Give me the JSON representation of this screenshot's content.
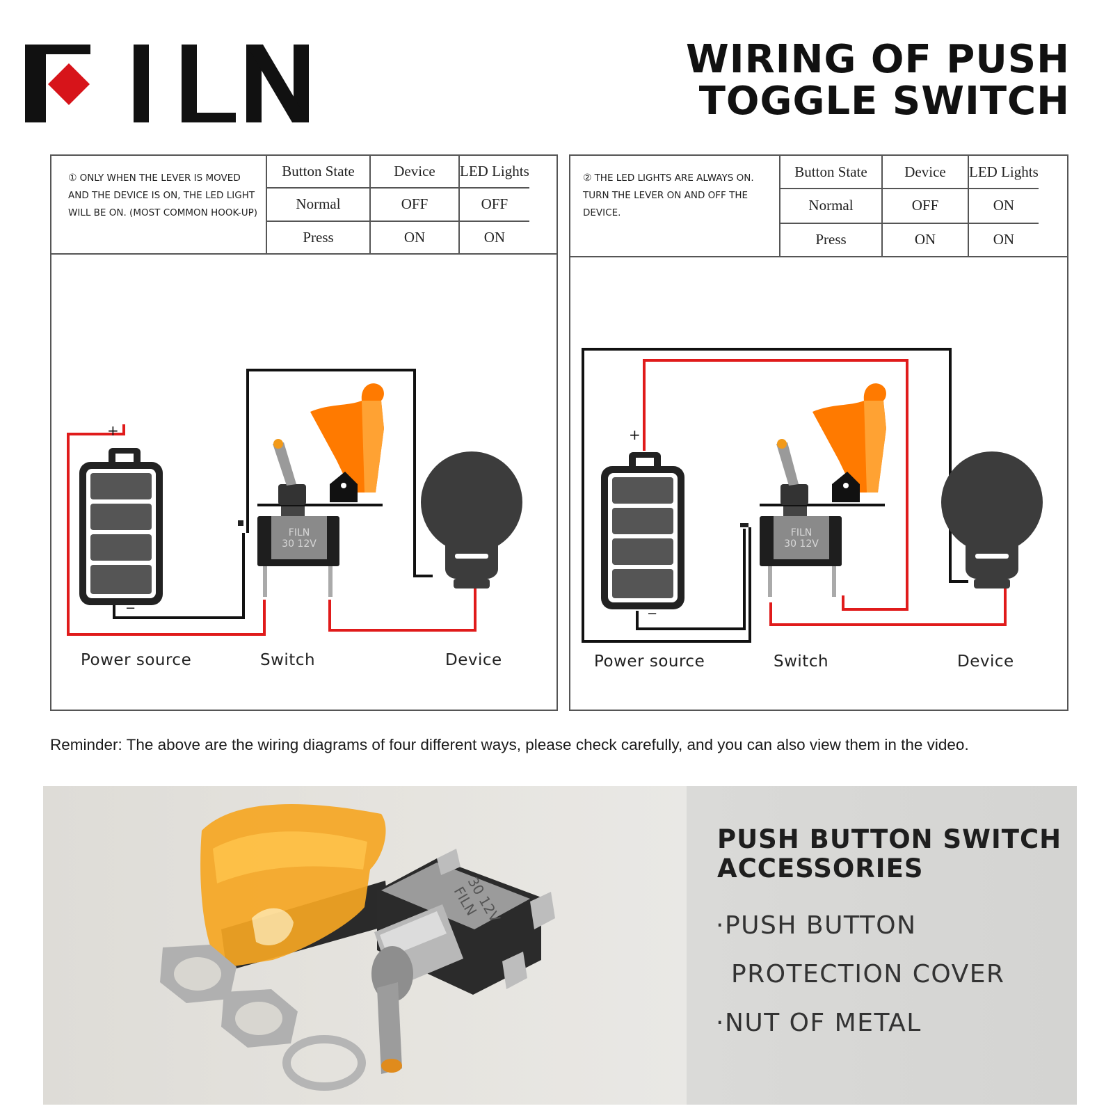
{
  "brand": {
    "logo_text": "FILN",
    "accent": "#d7141a"
  },
  "title": {
    "line1": "WIRING OF PUSH",
    "line2": "TOGGLE SWITCH"
  },
  "diagrams": [
    {
      "note_num": "①",
      "note": "ONLY WHEN THE LEVER IS MOVED AND THE DEVICE IS ON, THE LED LIGHT WILL BE ON. (MOST COMMON HOOK-UP)",
      "table": {
        "headers": [
          "Button State",
          "Device",
          "LED Lights"
        ],
        "rows": [
          [
            "Normal",
            "OFF",
            "OFF"
          ],
          [
            "Press",
            "ON",
            "ON"
          ]
        ]
      },
      "switch_marking": {
        "line1": "FILN",
        "line2": "30 12V"
      },
      "labels": {
        "power": "Power source",
        "switch": "Switch",
        "device": "Device",
        "plus": "+",
        "minus": "−"
      }
    },
    {
      "note_num": "②",
      "note": "THE LED LIGHTS ARE ALWAYS ON. TURN THE LEVER ON AND OFF THE DEVICE.",
      "table": {
        "headers": [
          "Button State",
          "Device",
          "LED Lights"
        ],
        "rows": [
          [
            "Normal",
            "OFF",
            "ON"
          ],
          [
            "Press",
            "ON",
            "ON"
          ]
        ]
      },
      "switch_marking": {
        "line1": "FILN",
        "line2": "30 12V"
      },
      "labels": {
        "power": "Power source",
        "switch": "Switch",
        "device": "Device",
        "plus": "+",
        "minus": "−"
      }
    }
  ],
  "reminder": "Reminder: The above are the wiring diagrams of four different ways, please check carefully, and you can also view them in the video.",
  "accessories": {
    "title_line1": "PUSH BUTTON SWITCH",
    "title_line2": "ACCESSORIES",
    "items": [
      "·PUSH BUTTON",
      "PROTECTION COVER",
      "·NUT OF METAL"
    ],
    "photo_marking": {
      "line1": "FILN",
      "line2": "30 12V"
    }
  },
  "colors": {
    "wire_red": "#e01b1b",
    "wire_black": "#111111",
    "cover_orange": "#ff7a00",
    "battery_grey": "#555555",
    "bulb_grey": "#3c3c3c"
  }
}
